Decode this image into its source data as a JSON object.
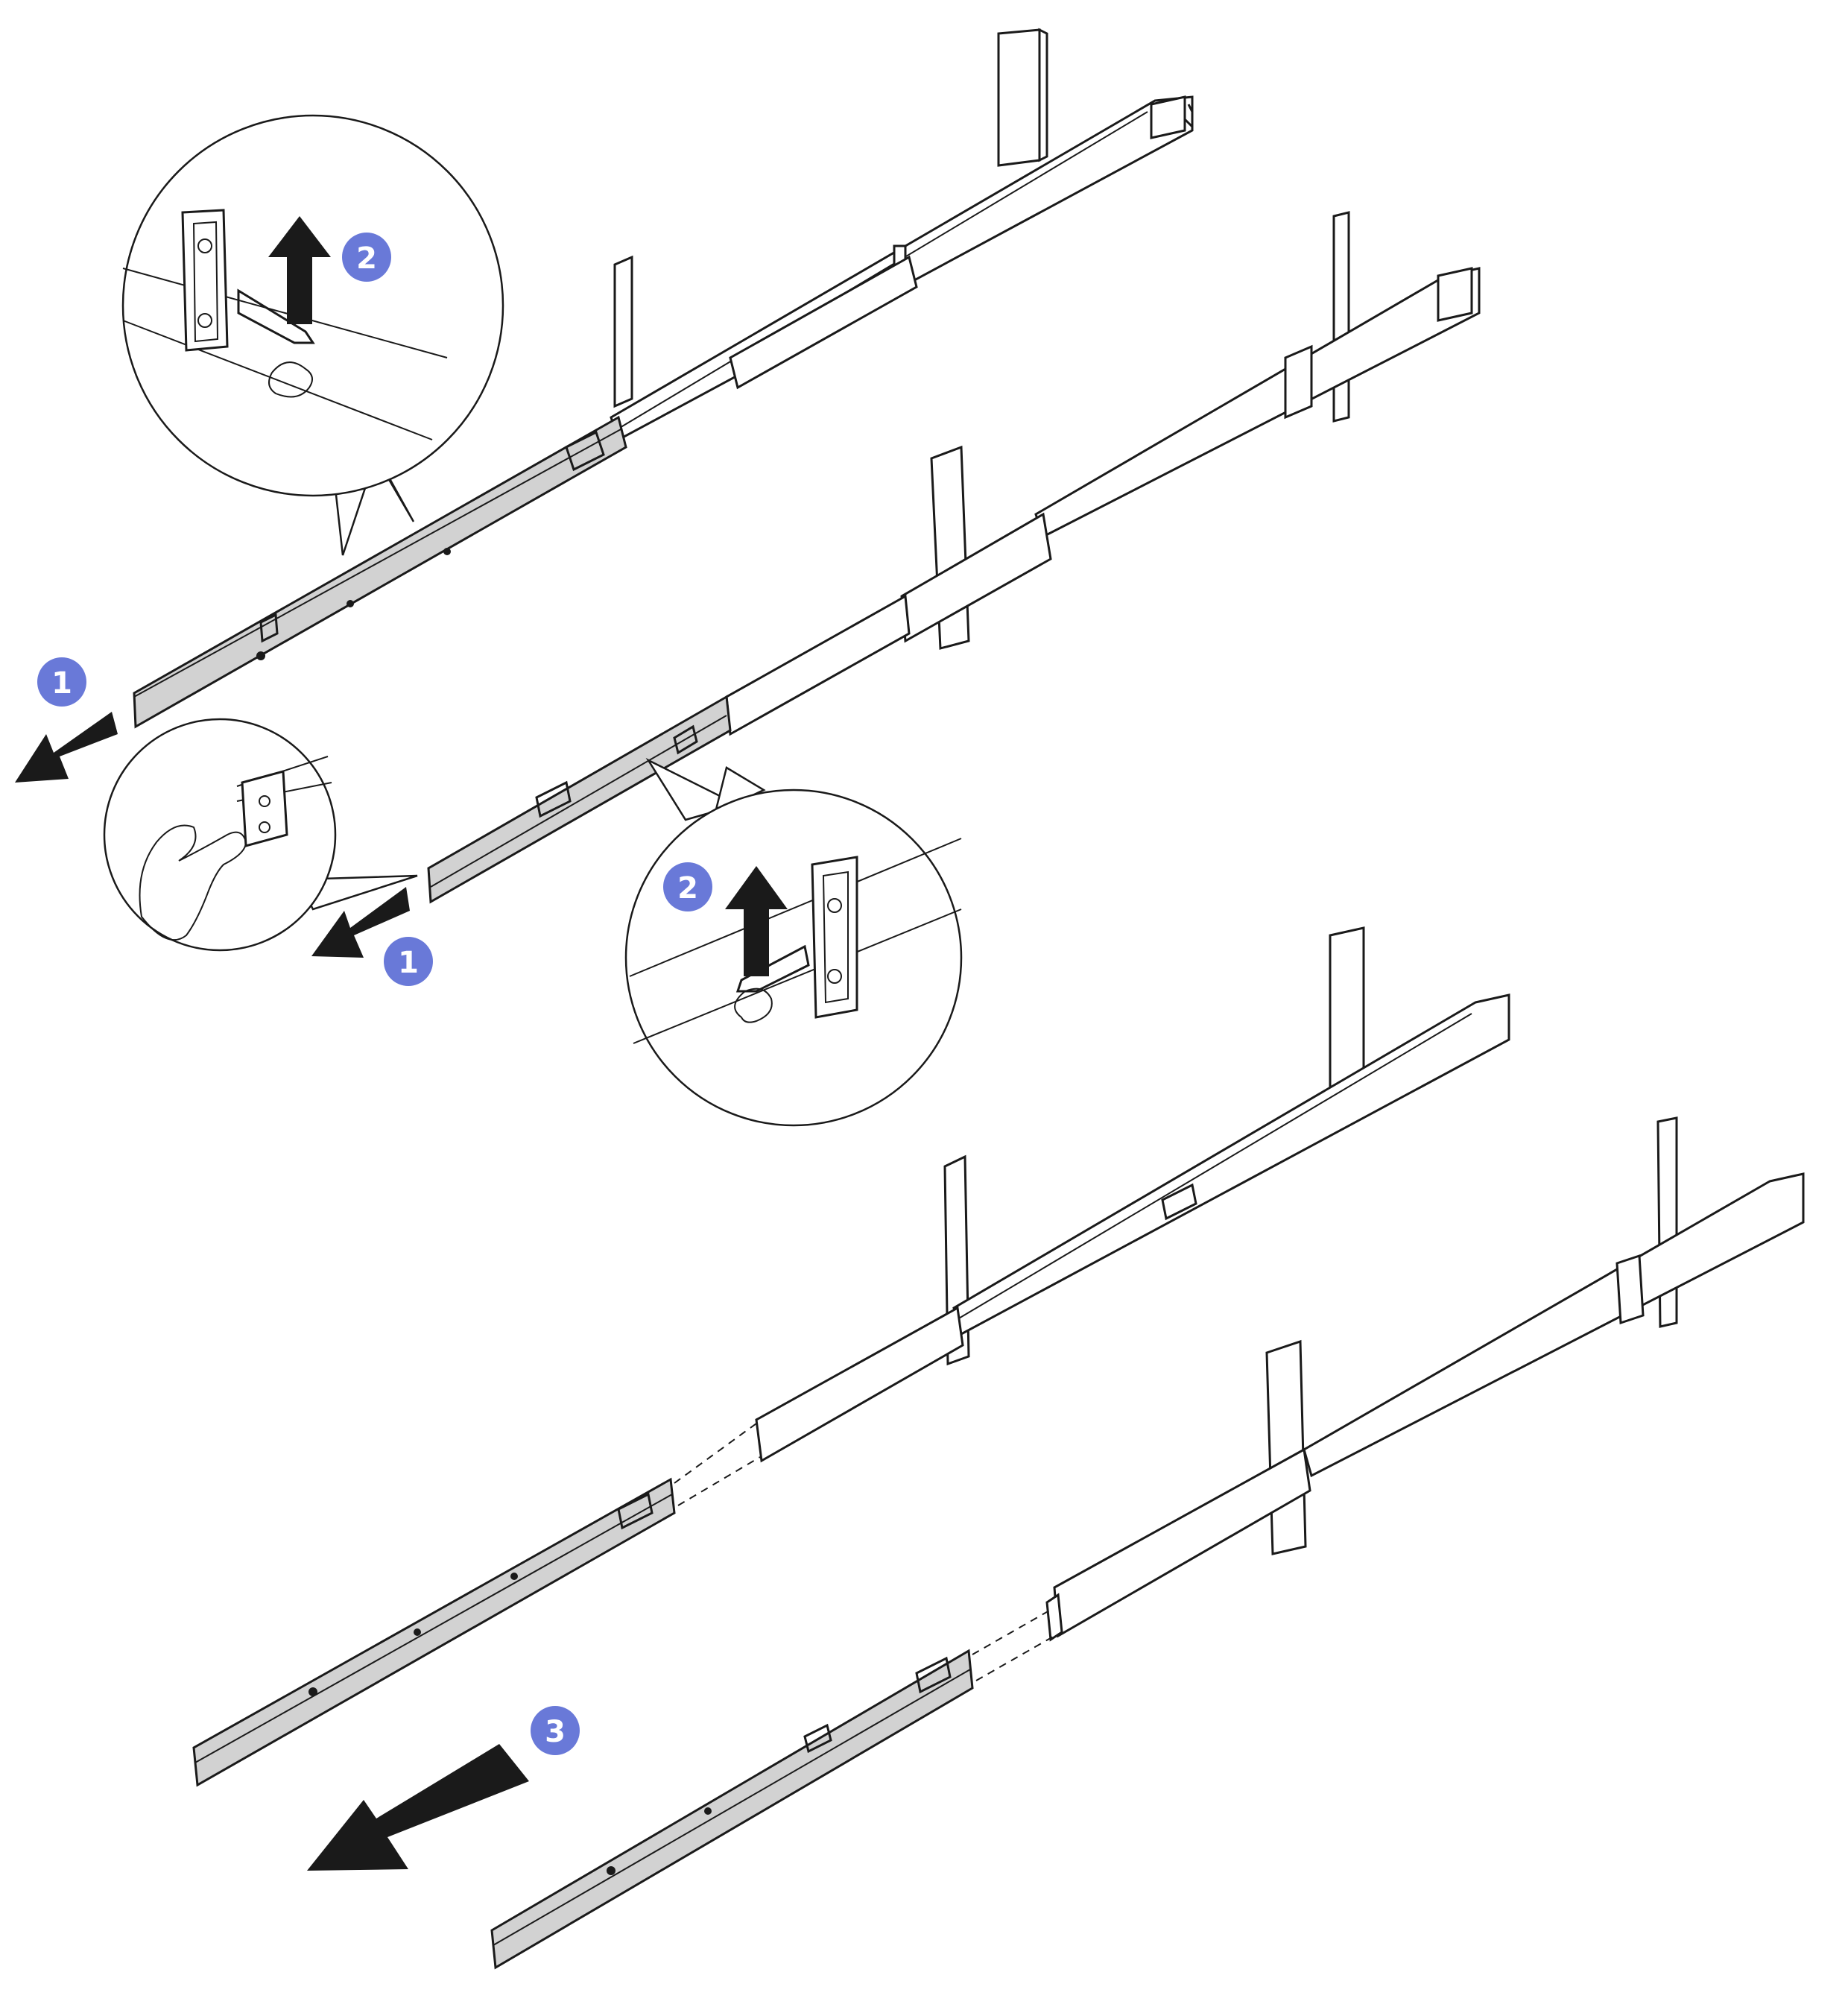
{
  "colors": {
    "badge": "#6979d8",
    "badge_text": "#ffffff",
    "line": "#1a1a1a",
    "rail_shade": "#d2d2d2",
    "background": "#ffffff"
  },
  "steps": {
    "step1": "1",
    "step2": "2",
    "step3": "3"
  },
  "icons": [
    "pull-arrow-icon",
    "lift-arrow-icon",
    "hand-icon",
    "rack-post-icon"
  ]
}
